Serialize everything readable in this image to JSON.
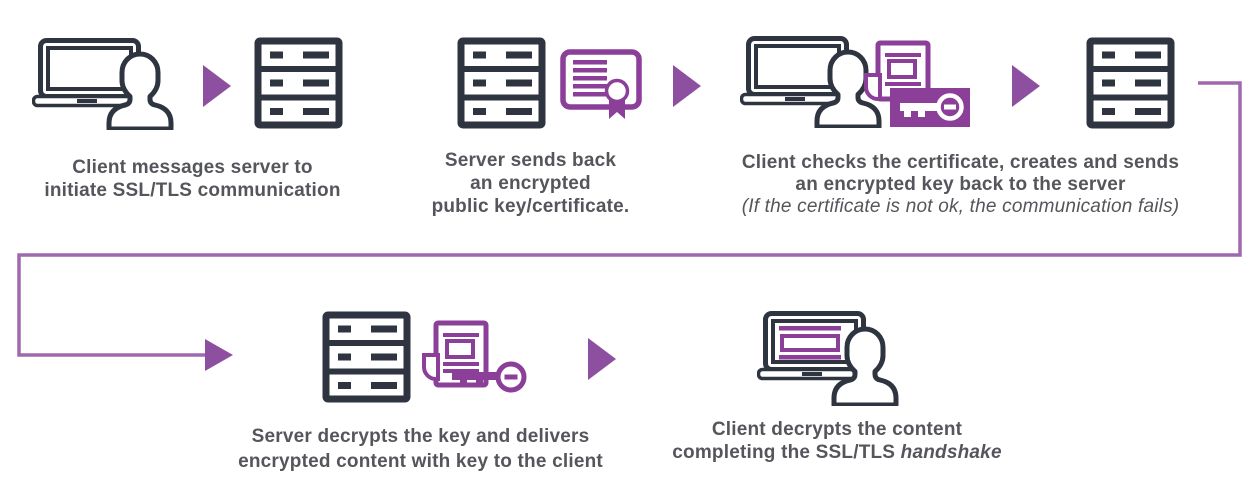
{
  "theme": {
    "dark": "#2e3540",
    "text": "#55565b",
    "purple": "#8b3f98",
    "purple_arrow": "#8d50a0",
    "purple_line": "#a068ae"
  },
  "steps": [
    {
      "id": 1,
      "icons": [
        "client-laptop-user",
        "flow-arrow",
        "server"
      ],
      "caption": [
        "Client messages server to",
        "initiate SSL/TLS communication"
      ]
    },
    {
      "id": 2,
      "icons": [
        "server",
        "certificate",
        "flow-arrow"
      ],
      "caption": [
        "Server sends back",
        "an encrypted",
        "public key/certificate."
      ]
    },
    {
      "id": 3,
      "icons": [
        "client-laptop-user",
        "certificate-document",
        "encrypted-key",
        "flow-arrow",
        "server"
      ],
      "caption": [
        "Client checks the certificate, creates and sends",
        "an encrypted key back to the server"
      ],
      "note": "(If the certificate is not ok, the communication fails)"
    },
    {
      "id": 4,
      "icons": [
        "server",
        "document-key",
        "flow-arrow"
      ],
      "caption": [
        "Server decrypts the key and delivers",
        "encrypted content with key to the client"
      ]
    },
    {
      "id": 5,
      "icons": [
        "client-laptop-content-user"
      ],
      "caption": [
        "Client decrypts the content"
      ],
      "caption_tail": {
        "text": "completing the SSL/TLS ",
        "italic": "handshake"
      }
    }
  ]
}
